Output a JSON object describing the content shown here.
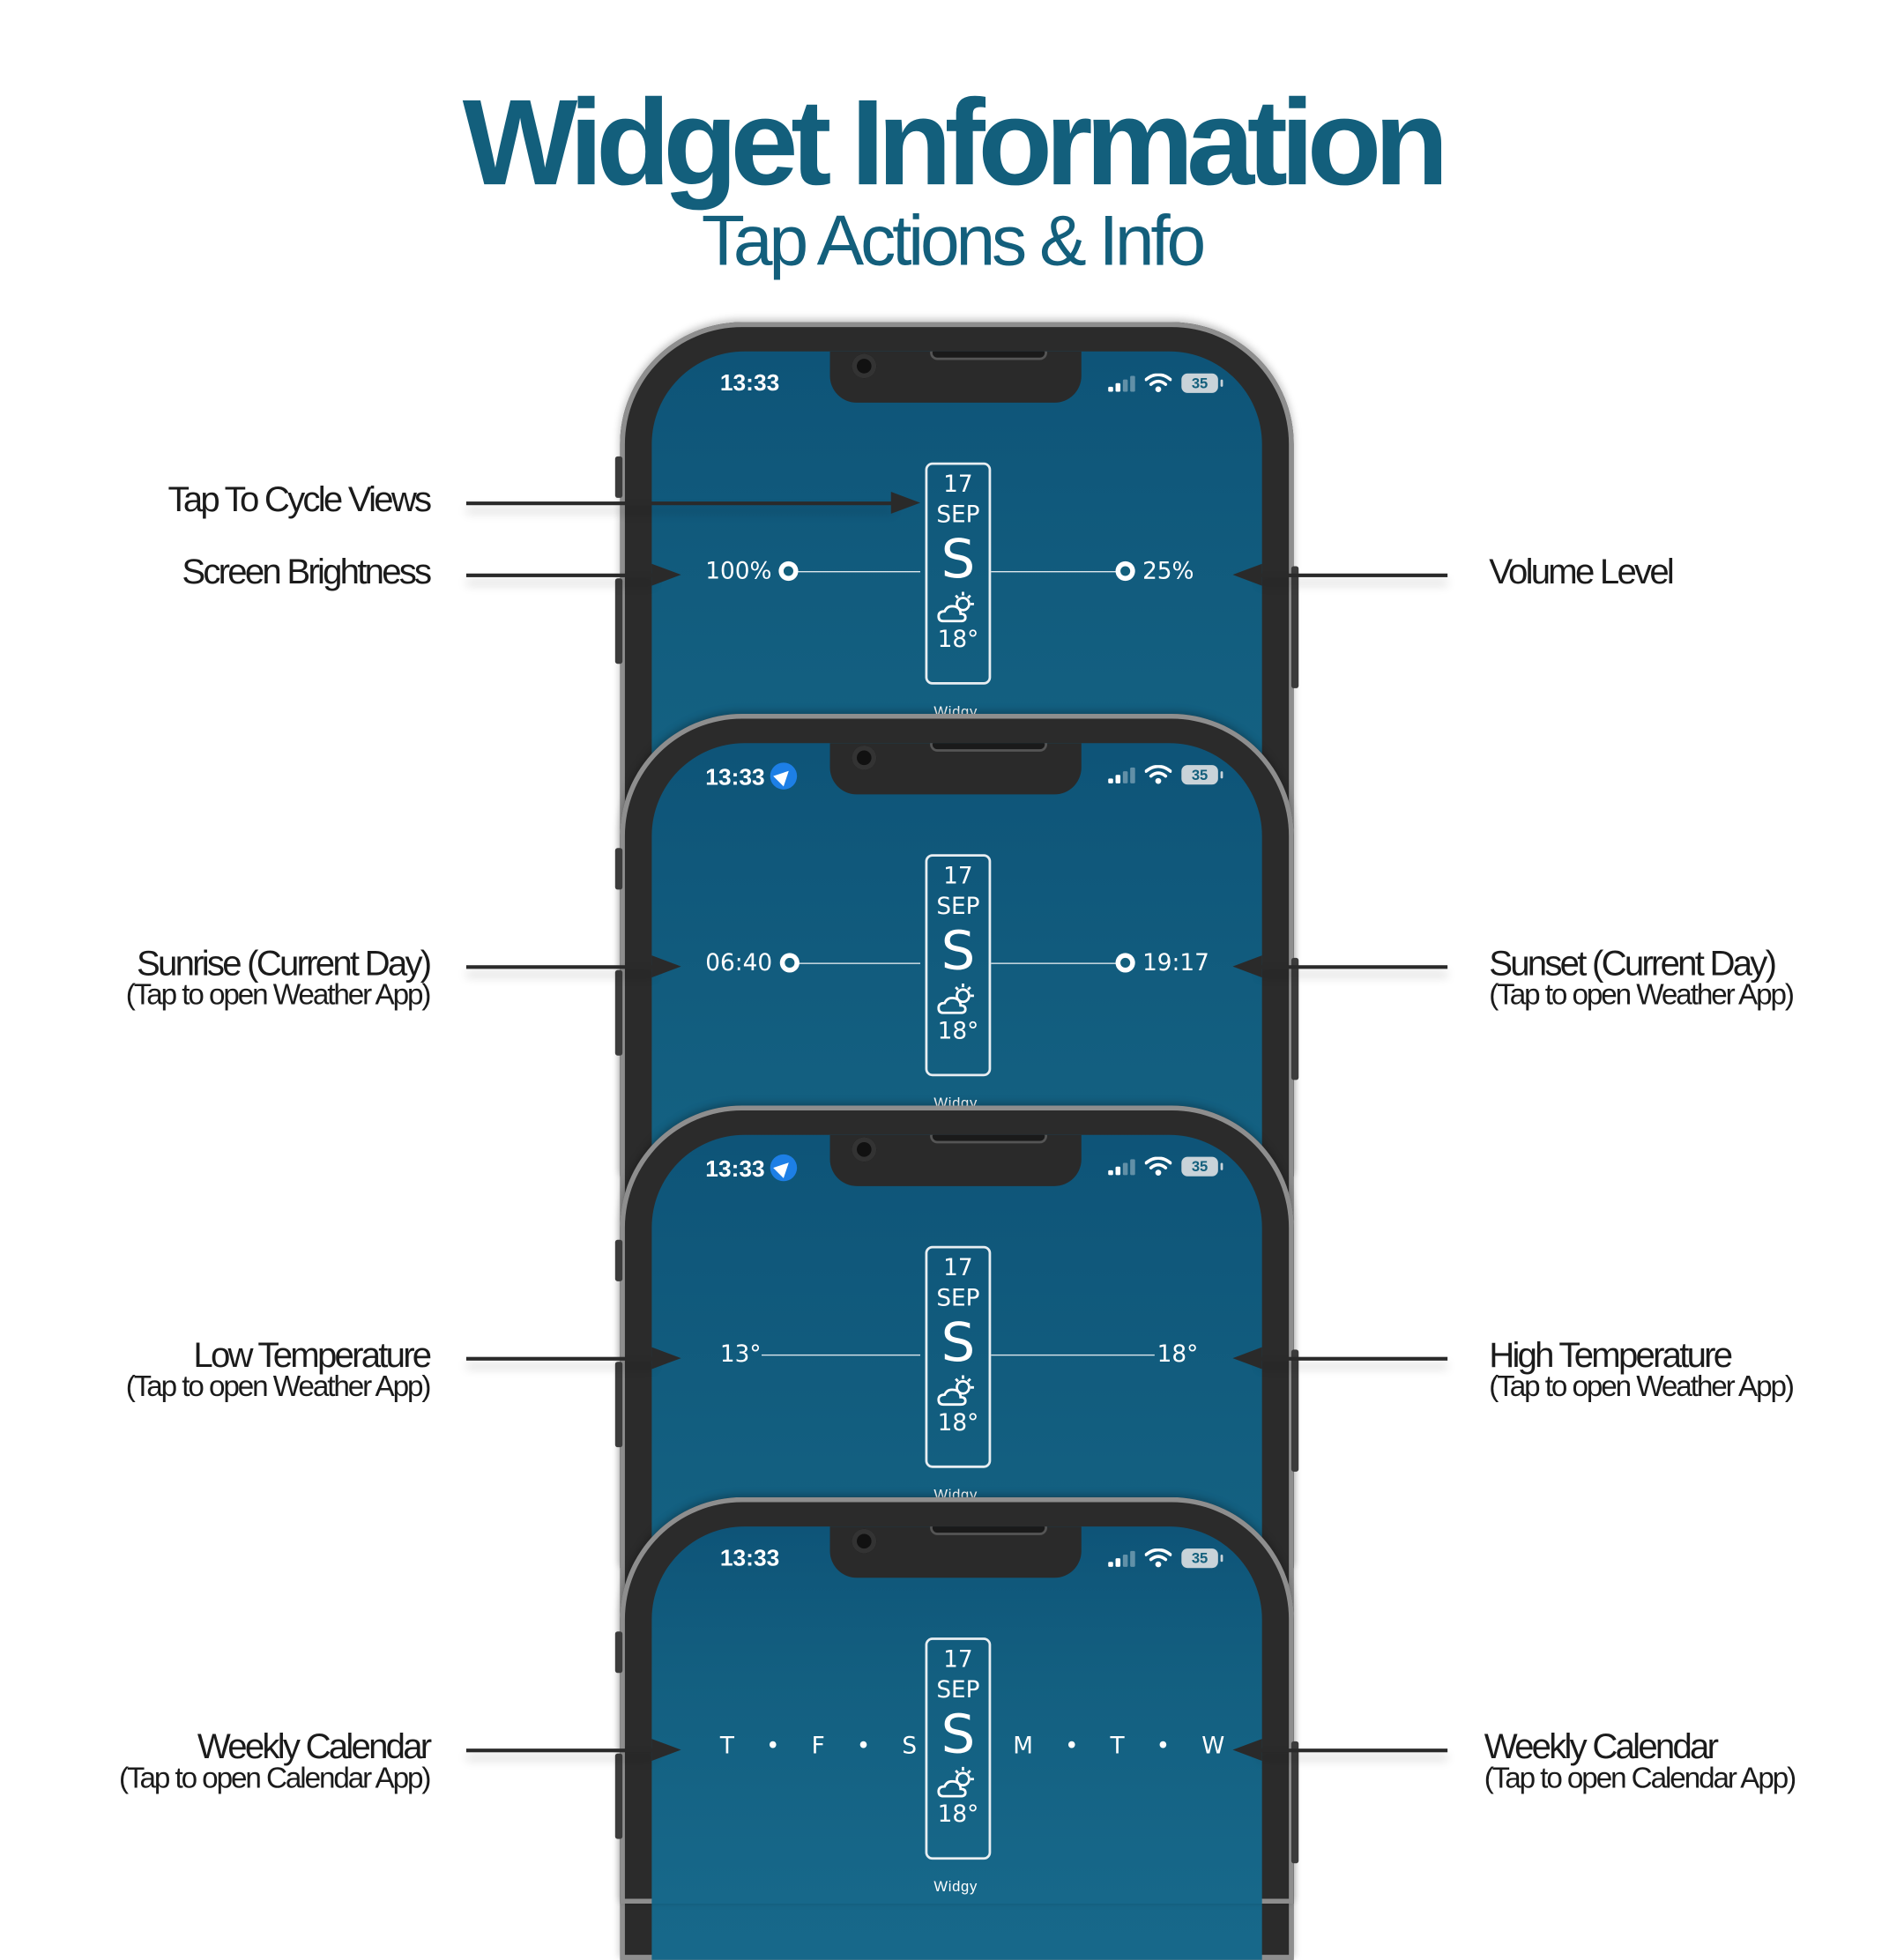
{
  "header": {
    "title": "Widget Information",
    "subtitle": "Tap Actions & Info"
  },
  "widget": {
    "day": "17",
    "month": "SEP",
    "weekday_letter": "S",
    "temp": "18°",
    "weather_icon": "partly-sunny-icon",
    "app_label": "Widgy"
  },
  "status_bar": {
    "time": "13:33",
    "battery": "35"
  },
  "panels": [
    {
      "left_value": "100%",
      "right_value": "25%",
      "left_label": "Screen Brightness",
      "left_sub": "",
      "right_label": "Volume Level",
      "right_sub": "",
      "extra_label": "Tap To Cycle Views"
    },
    {
      "left_value": "06:40",
      "right_value": "19:17",
      "left_label": "Sunrise (Current Day)",
      "left_sub": "(Tap to open Weather App)",
      "right_label": "Sunset (Current Day)",
      "right_sub": "(Tap to open Weather App)"
    },
    {
      "left_value": "13°",
      "right_value": "18°",
      "left_label": "Low Temperature",
      "left_sub": "(Tap to open Weather App)",
      "right_label": "High Temperature",
      "right_sub": "(Tap to open Weather App)"
    },
    {
      "left_week": "T  •  F  •  S",
      "right_week": "M  •  T  •  W",
      "left_label": "Weekly Calendar",
      "left_sub": "(Tap to open Calendar App)",
      "right_label": "Weekly Calendar",
      "right_sub": "(Tap to open Calendar App)"
    }
  ],
  "colors": {
    "brand": "#135f7c",
    "screen": "#135f80"
  }
}
